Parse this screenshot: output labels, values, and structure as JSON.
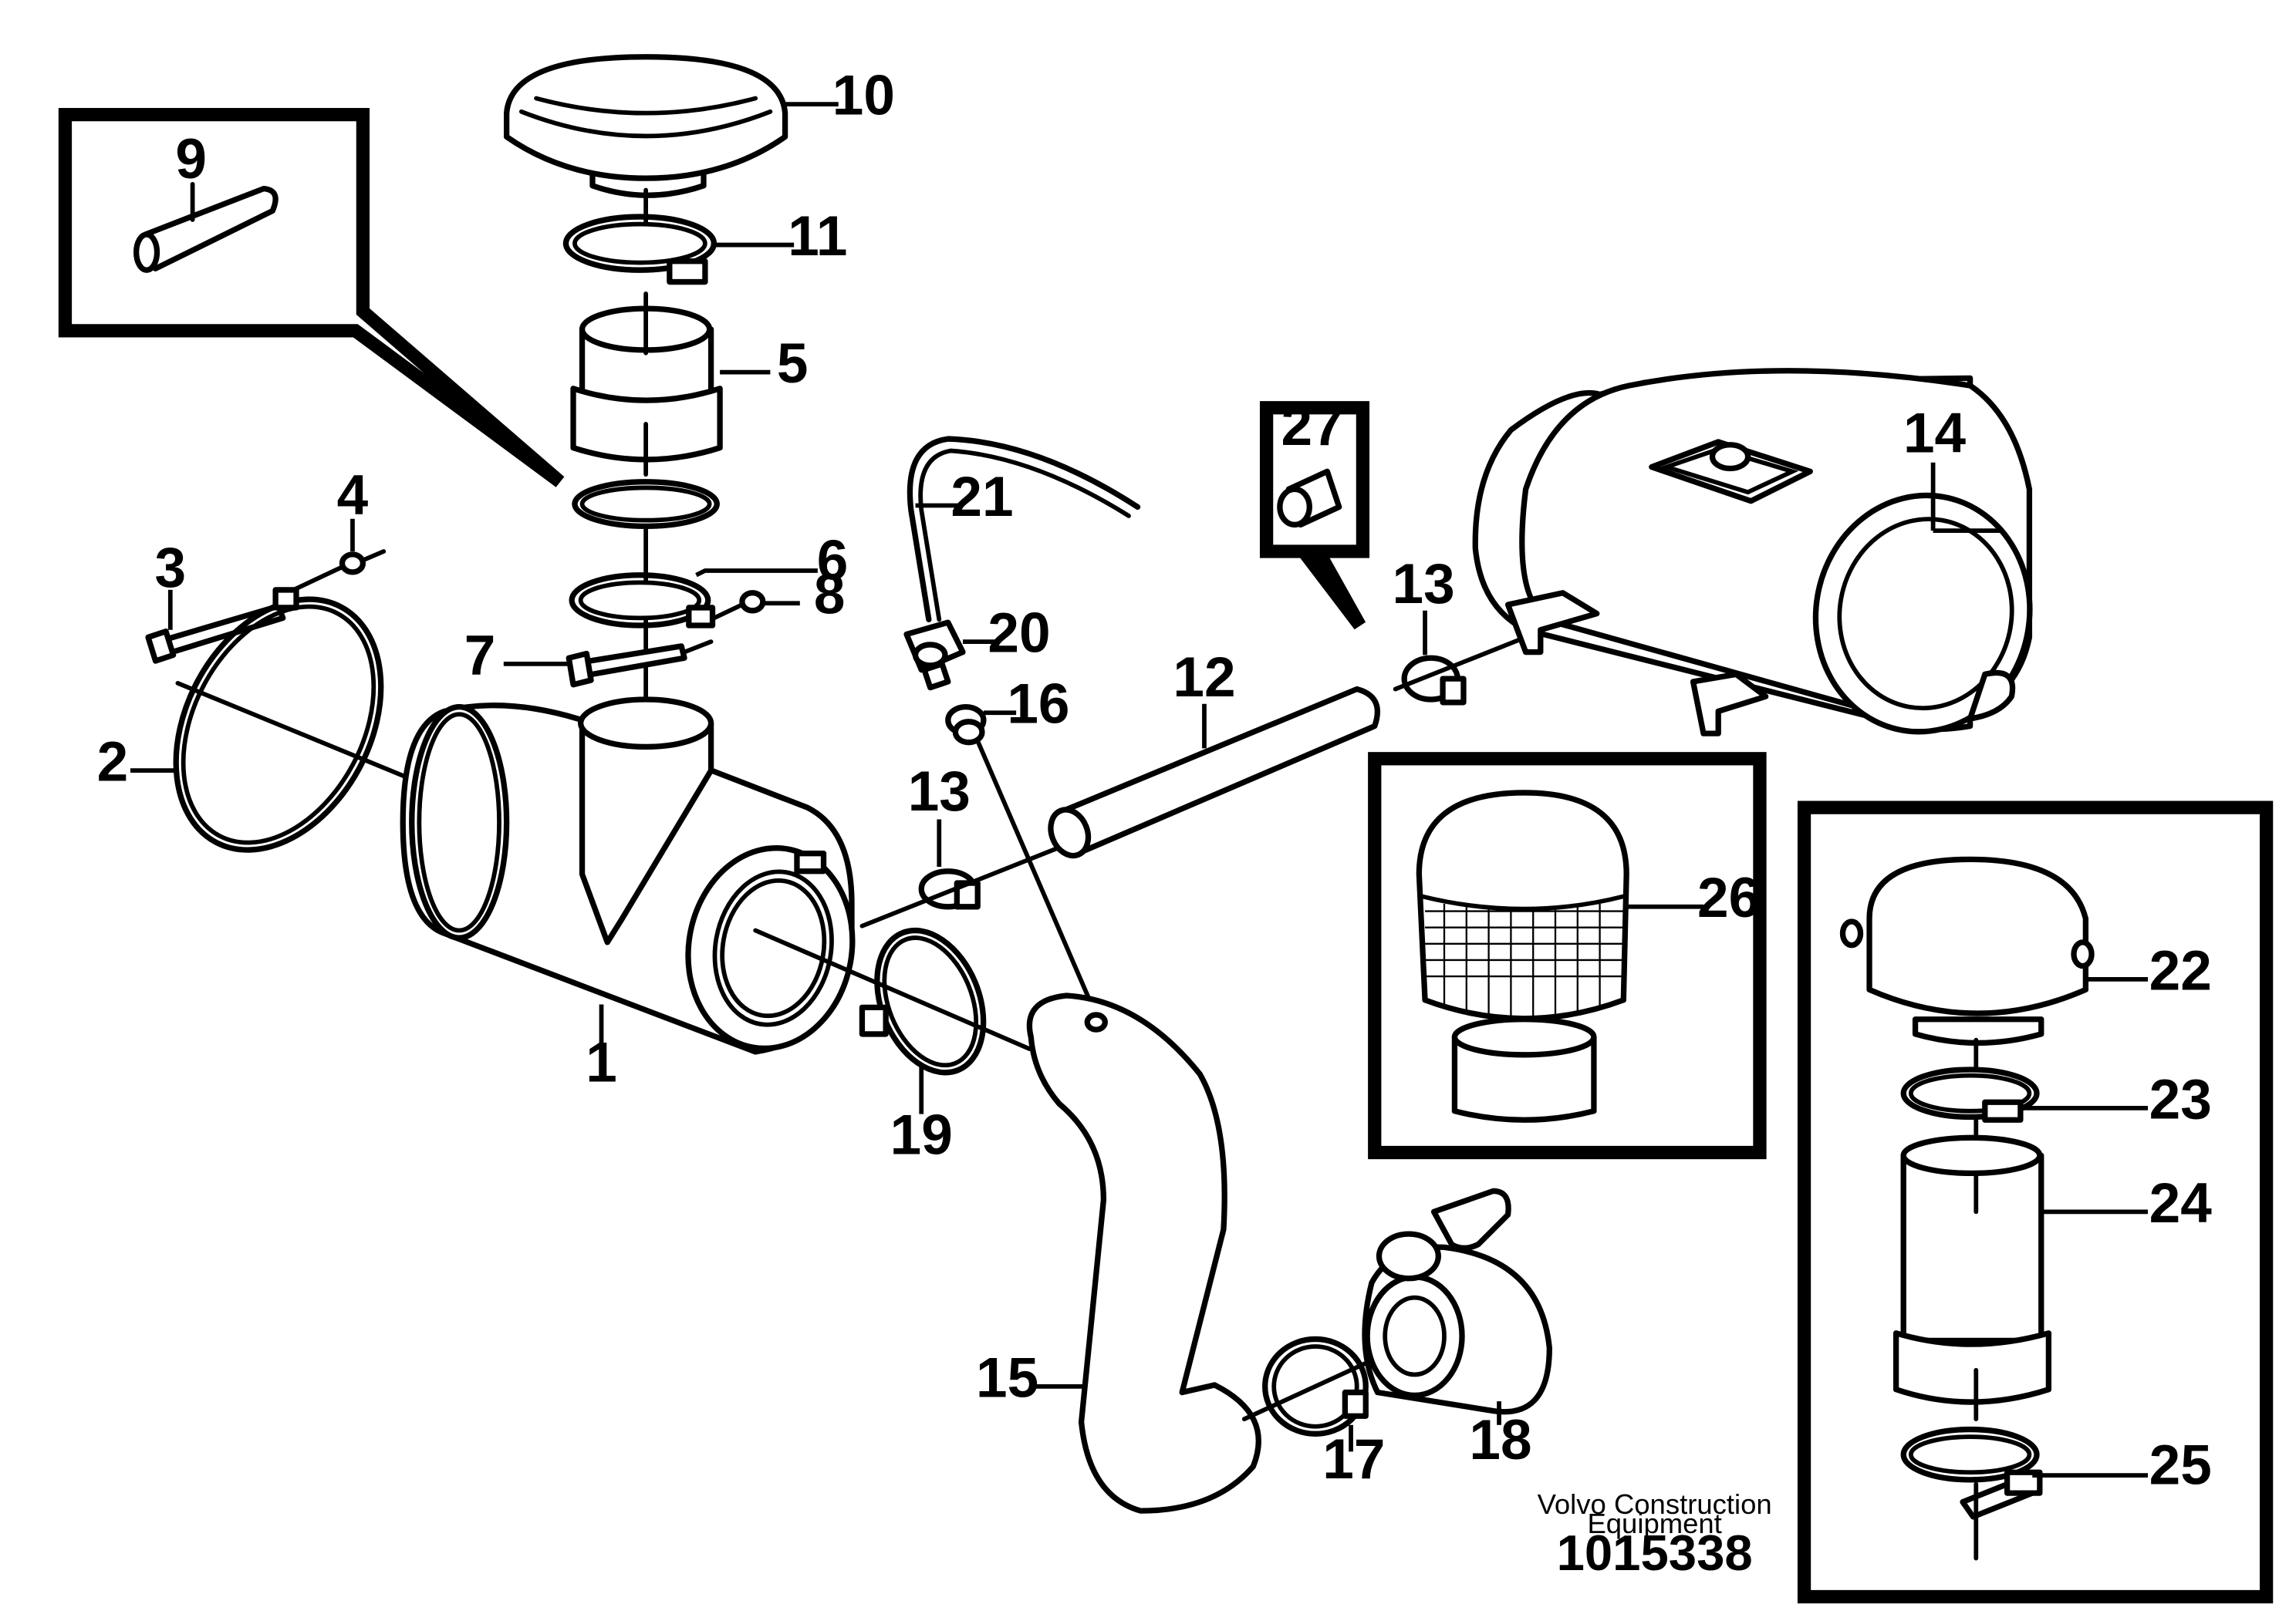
{
  "labels": [
    "1",
    "2",
    "3",
    "4",
    "5",
    "6",
    "7",
    "8",
    "9",
    "10",
    "11",
    "12",
    "13",
    "13",
    "14",
    "15",
    "16",
    "17",
    "18",
    "19",
    "20",
    "21",
    "22",
    "23",
    "24",
    "25",
    "26",
    "27"
  ],
  "caption": {
    "line1": "Volvo Construction",
    "line2": "Equipment",
    "code": "1015338"
  }
}
